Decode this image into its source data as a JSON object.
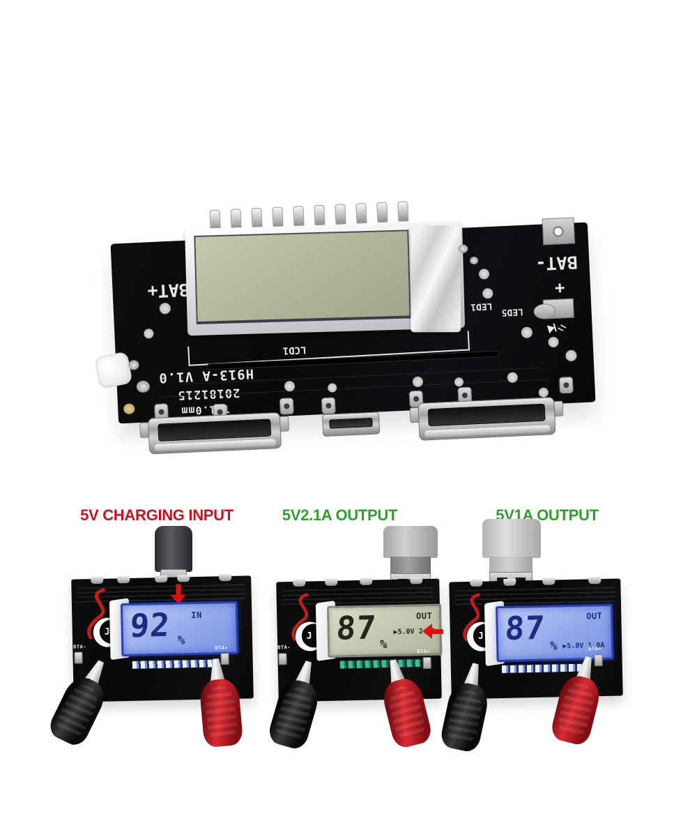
{
  "hero_board": {
    "silkscreen": {
      "bat_plus": "BAT+",
      "bat_minus": "BAT-",
      "plus_mark": "+",
      "lcd_ref": "LCD1",
      "led1_ref": "LED1",
      "led5_ref": "LED5",
      "model": "H913-A V1.0",
      "date_code": "20181215",
      "thickness": "T=1.0mm"
    }
  },
  "demo_panels": [
    {
      "id": "charging-input",
      "title": "5V CHARGING INPUT",
      "title_color": "#c8121e",
      "annotation_arrow": "down",
      "connector": "micro-usb-cable",
      "lcd": {
        "backlight": "blue",
        "percent": "92",
        "unit": "%",
        "mode": "IN",
        "rating": ""
      },
      "board": {
        "label_neg": "BTA-",
        "label_pos": "BTA+"
      }
    },
    {
      "id": "output-5v-2-1a",
      "title": "5V2.1A OUTPUT",
      "title_color": "#2f9d2f",
      "annotation_arrow": "left",
      "connector": "usb-a-plug",
      "lcd": {
        "backlight": "off-gray",
        "percent": "87",
        "unit": "%",
        "mode": "OUT",
        "rating": "▶5.0V 2.1A"
      },
      "board": {
        "label_neg": "BTA-",
        "label_pos": "BTA+"
      }
    },
    {
      "id": "output-5v-1a",
      "title": "5V1A OUTPUT",
      "title_color": "#2f9d2f",
      "annotation_arrow": "none",
      "connector": "usb-a-plug",
      "lcd": {
        "backlight": "blue",
        "percent": "87",
        "unit": "%",
        "mode": "OUT",
        "rating": "▶5.0V 1.0A"
      },
      "board": {
        "label_pos": "BTA+"
      }
    }
  ],
  "colors": {
    "background": "#ffffff",
    "title_red": "#c8121e",
    "title_green": "#2f9d2f",
    "pcb_black": "#0a0a0c",
    "lcd_blue_bg": "#93a9ec",
    "lcd_blue_digits": "#1c2a80",
    "lcd_gray_bg": "#c3c6b0",
    "lcd_gray_digits": "#23261b",
    "annotation_arrow_red": "#dd1111",
    "hero_lcd_off": "#b2b49a"
  }
}
